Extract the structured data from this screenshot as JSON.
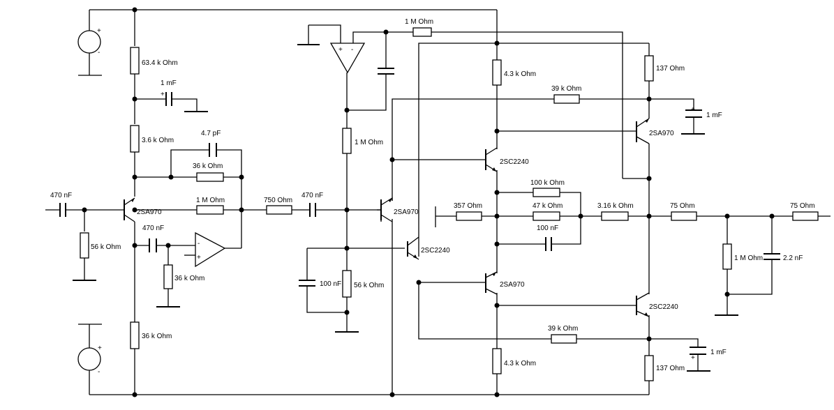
{
  "labels": {
    "r_63k4": "63.4 k Ohm",
    "c_1mF_top": "1 mF",
    "r_3k6": "3.6 k Ohm",
    "c_4p7": "4.7 pF",
    "r_36k_fb": "36 k Ohm",
    "r_1M_fb": "1 M Ohm",
    "q1": "2SA970",
    "c_in": "470 nF",
    "r_56k_in": "56 k Ohm",
    "c_470n_op": "470 nF",
    "r_36k_op": "36 k Ohm",
    "r_36k_bot": "36 k Ohm",
    "r_750": "750  Ohm",
    "c_470n_mid": "470 nF",
    "r_1M_top": "1 M Ohm",
    "r_1M_mid": "1 M Ohm",
    "c_100n_left": "100 nF",
    "r_56k_mid": "56 k Ohm",
    "q2": "2SA970",
    "q3": "2SC2240",
    "q4": "2SC2240",
    "q5": "2SA970",
    "r_4k3_top": "4.3 k Ohm",
    "r_4k3_bot": "4.3 k Ohm",
    "r_39k_top": "39 k Ohm",
    "r_39k_bot": "39 k Ohm",
    "r_137_top": "137  Ohm",
    "r_137_bot": "137  Ohm",
    "c_1mF_r1": "1 mF",
    "c_1mF_r2": "1 mF",
    "q6": "2SA970",
    "q7": "2SC2240",
    "r_100k": "100 k Ohm",
    "r_47k": "47 k Ohm",
    "c_100n_mid": "100 nF",
    "r_357": "357  Ohm",
    "r_3k16": "3.16 k Ohm",
    "r_75_a": "75  Ohm",
    "r_75_b": "75  Ohm",
    "r_1M_out": "1 M Ohm",
    "c_2n2": "2.2 nF",
    "plus": "+",
    "minus": "-"
  }
}
